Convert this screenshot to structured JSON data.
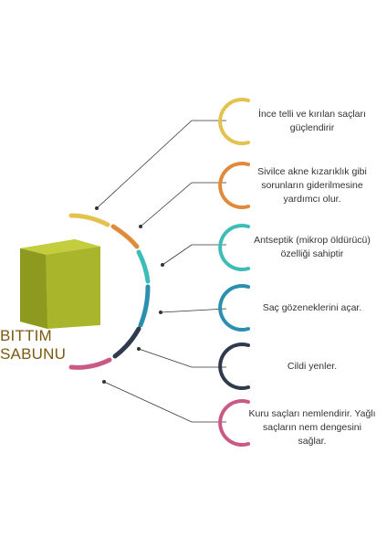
{
  "product": {
    "name": "BITTIM SABUNU"
  },
  "benefits": [
    {
      "text": "İnce telli ve kırılan saçları güçlendirir",
      "color": "#e3c24f"
    },
    {
      "text": "Sivilce akne kızarıklık gibi sorunların giderilmesine yardımcı olur.",
      "color": "#e08a3c"
    },
    {
      "text": "Antseptik (mikrop öldürücü) özelliği sahiptir",
      "color": "#3dbdb6"
    },
    {
      "text": "Saç gözeneklerini açar.",
      "color": "#2b8fb0"
    },
    {
      "text": "Cildi yenler.",
      "color": "#2f3a4e"
    },
    {
      "text": "Kuru saçları nemlendirir. Yağlı saçların nem dengesini sağlar.",
      "color": "#c95a86"
    }
  ],
  "colors": {
    "soap": "#a9b52a",
    "soap_top": "#c3cd3e",
    "soap_side": "#8e9a1f",
    "line": "#333333"
  }
}
